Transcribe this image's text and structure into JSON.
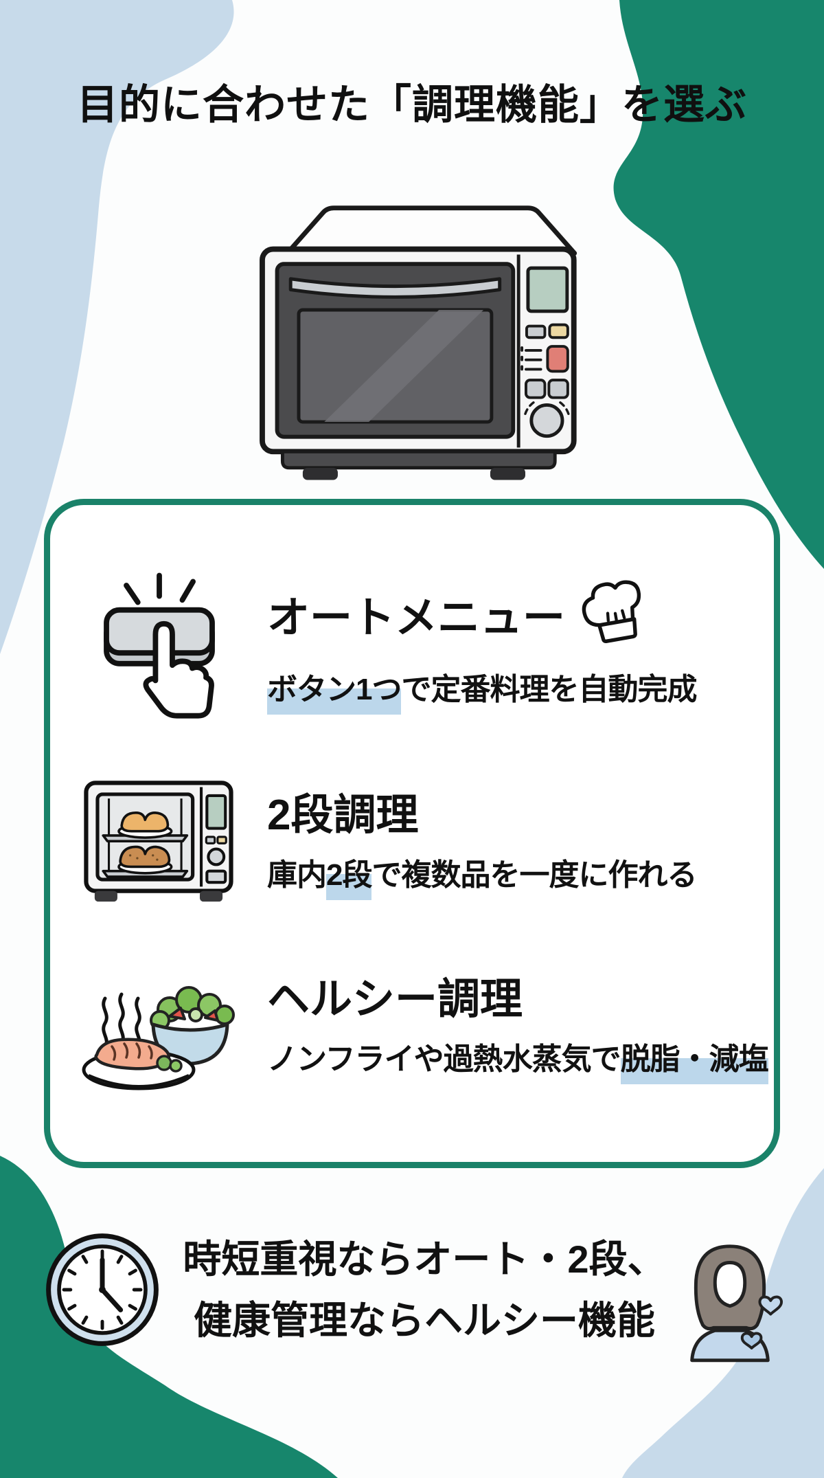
{
  "page": {
    "title": "目的に合わせた「調理機能」を選ぶ"
  },
  "hero": {
    "illustration": "microwave-oven"
  },
  "features_box": {
    "border_color": "#1A8269",
    "items": [
      {
        "icon": "button-press-icon",
        "title": "オートメニュー",
        "title_icon": "chef-hat-icon",
        "desc_pre": "",
        "desc_highlight": "ボタン1つ",
        "desc_post": "で定番料理を自動完成"
      },
      {
        "icon": "two-level-oven-icon",
        "title": "2段調理",
        "title_icon": "",
        "desc_pre": "庫内",
        "desc_highlight": "2段",
        "desc_post": "で複数品を一度に作れる"
      },
      {
        "icon": "healthy-meal-icon",
        "title": "ヘルシー調理",
        "title_icon": "",
        "desc_pre": "ノンフライや過熱水蒸気で",
        "desc_highlight": "脱脂・減塩",
        "desc_post": ""
      }
    ]
  },
  "footer": {
    "icon_left": "clock-icon",
    "icon_right": "woman-with-hearts-icon",
    "line1": "時短重視ならオート・2段、",
    "line2": "健康管理ならヘルシー機能"
  },
  "colors": {
    "accent_green": "#17866C",
    "accent_light_blue": "#C7DAEA",
    "highlight_marker": "#BCD7EB",
    "text": "#111111"
  }
}
